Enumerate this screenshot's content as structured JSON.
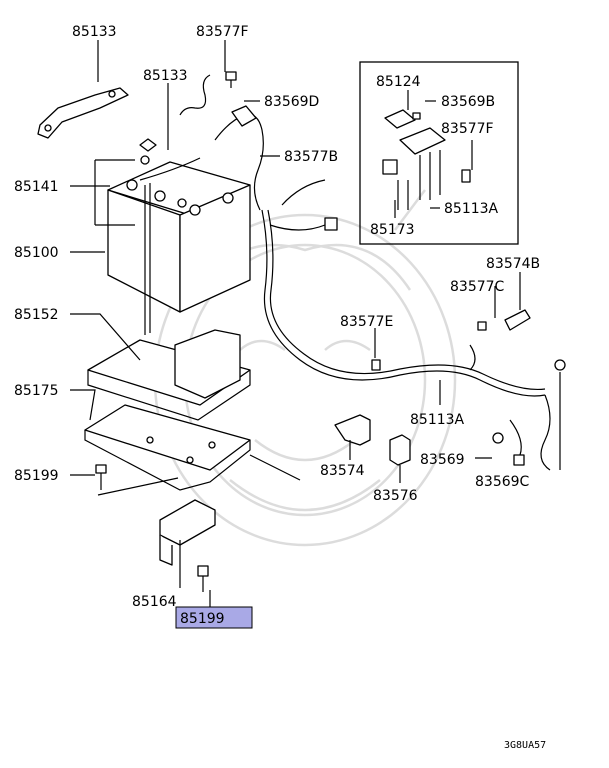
{
  "diagram": {
    "watermark_icon": "demon-mask-watermark-icon",
    "highlight_color": "#a9a9e6",
    "labels": {
      "p85133_top": "85133",
      "p83577f_top": "83577F",
      "p85133_mid": "85133",
      "p83569d": "83569D",
      "p83577b": "83577B",
      "p85141": "85141",
      "p85100": "85100",
      "p85152": "85152",
      "p85175": "85175",
      "p85199_left": "85199",
      "p85164": "85164",
      "p85199_highlight": "85199",
      "inset_85124": "85124",
      "inset_83569b": "83569B",
      "inset_83577f": "83577F",
      "inset_85113a": "85113A",
      "inset_85173": "85173",
      "p83574b": "83574B",
      "p83577c": "83577C",
      "p83577e": "83577E",
      "p85113a": "85113A",
      "p83574": "83574",
      "p83569": "83569",
      "p83576": "83576",
      "p83569c": "83569C"
    },
    "drawing_code": "3G8UA57"
  }
}
